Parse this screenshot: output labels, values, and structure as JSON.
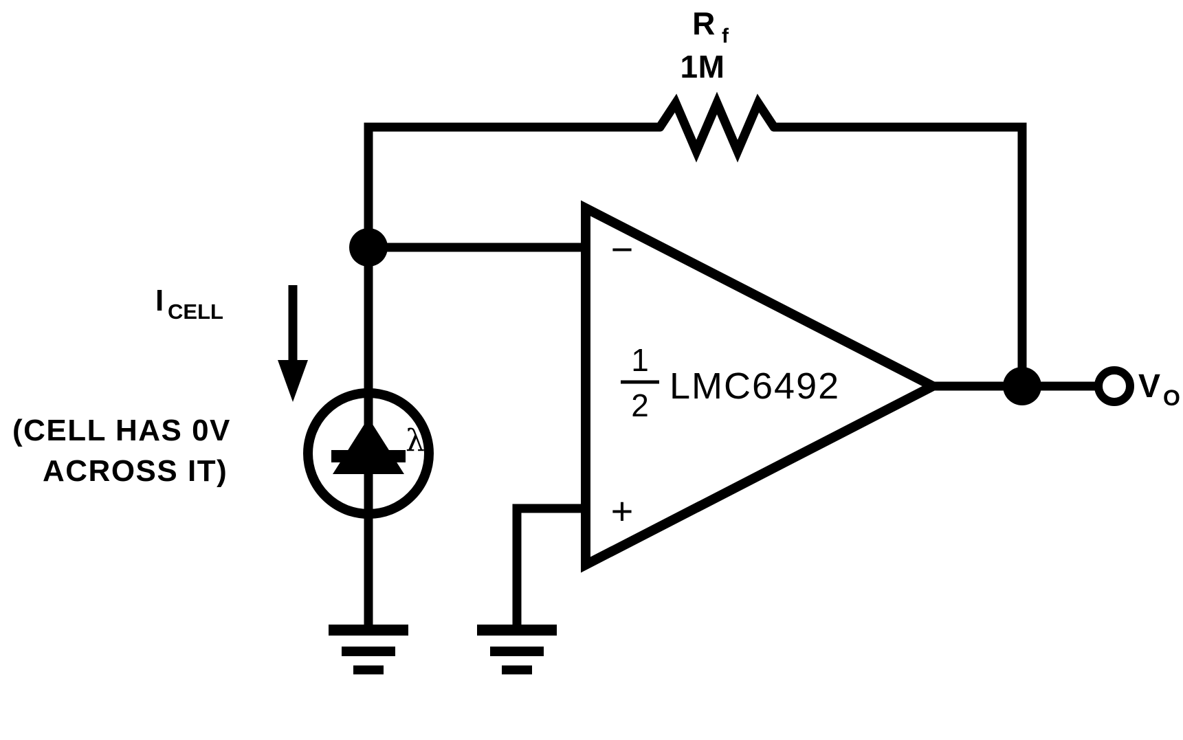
{
  "figure": {
    "type": "schematic",
    "title_visible": false,
    "background_color": "#ffffff",
    "ink_color": "#000000"
  },
  "labels": {
    "feedback_resistor_name": "R",
    "feedback_resistor_subscript": "f",
    "feedback_resistor_value": "1M",
    "current_name": "I",
    "current_subscript": "CELL",
    "note_line1": "(CELL HAS 0V",
    "note_line2": "ACROSS IT)",
    "opamp_fraction_numerator": "1",
    "opamp_fraction_denominator": "2",
    "opamp_part_number": "LMC6492",
    "inverting_input_sign": "−",
    "noninverting_input_sign": "+",
    "photodiode_wavelength": "λ",
    "output_name": "V",
    "output_subscript": "O"
  },
  "components": [
    {
      "id": "rf",
      "kind": "resistor",
      "designator": "R",
      "designator_subscript": "f",
      "value": "1M",
      "role": "feedback"
    },
    {
      "id": "u1",
      "kind": "operational-amplifier",
      "part": "LMC6492",
      "section": "1/2",
      "inputs": [
        "-",
        "+"
      ],
      "topology": "transimpedance"
    },
    {
      "id": "d1",
      "kind": "photodiode",
      "symbol_annotation": "λ",
      "note": "(CELL HAS 0V ACROSS IT)"
    },
    {
      "id": "gnd1",
      "kind": "ground",
      "attached_to": "photodiode-anode"
    },
    {
      "id": "gnd2",
      "kind": "ground",
      "attached_to": "opamp-noninverting-input"
    },
    {
      "id": "vo",
      "kind": "output-terminal",
      "label": "V",
      "label_subscript": "O"
    }
  ],
  "nodes": [
    {
      "id": "summing-junction",
      "type": "junction-dot"
    },
    {
      "id": "output-node",
      "type": "junction-dot"
    }
  ],
  "signals": [
    {
      "id": "i_cell",
      "label": "I",
      "subscript": "CELL",
      "direction": "down"
    }
  ]
}
